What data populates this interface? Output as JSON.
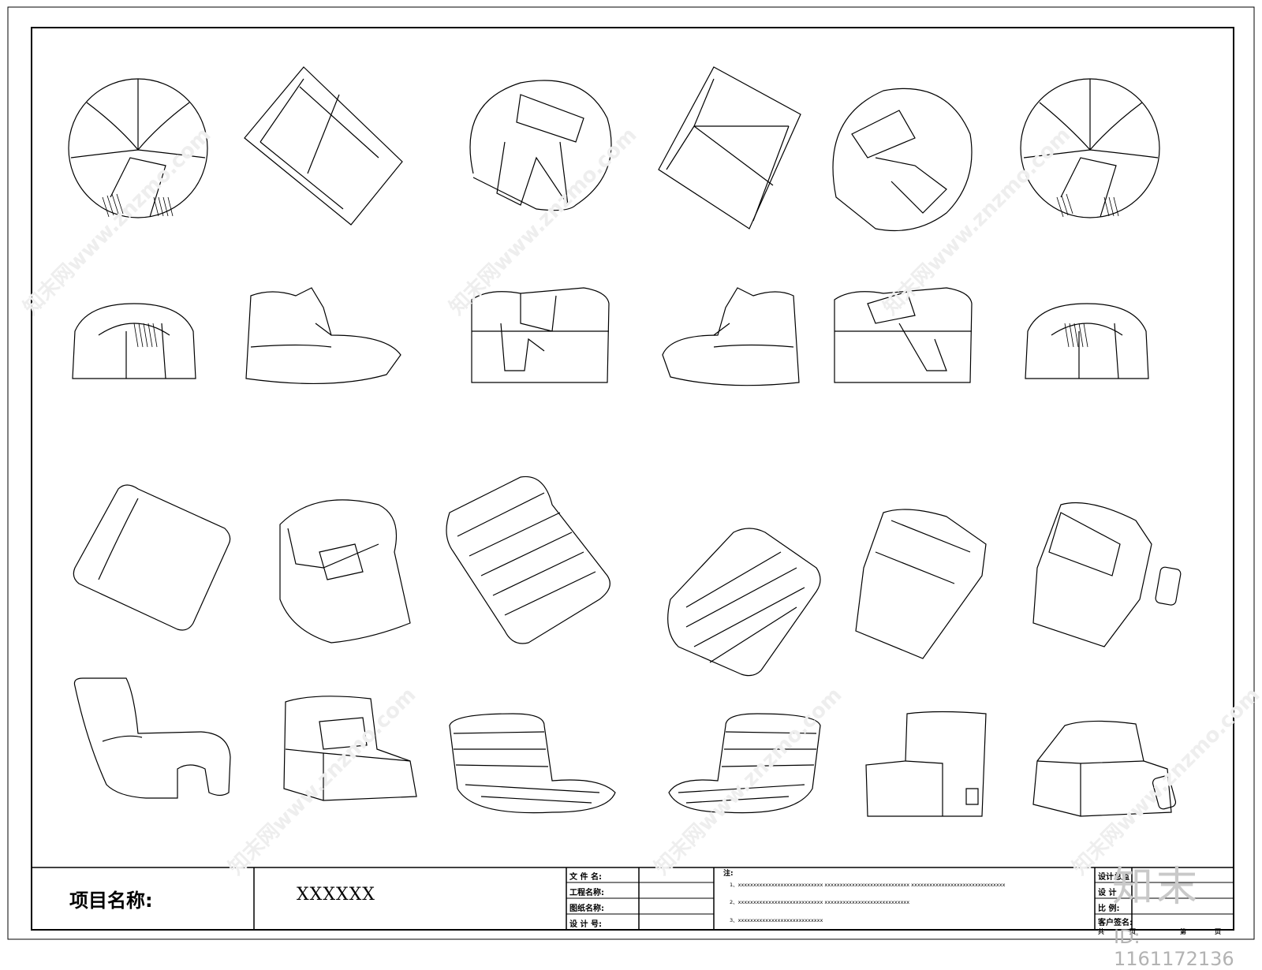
{
  "title_block": {
    "project_label": "项目名称:",
    "project_value": "XXXXXX",
    "file_name_label": "文 件 名:",
    "project_name_label": "工程名称:",
    "drawing_name_label": "图纸名称:",
    "design_no_label": "设 计 号:",
    "notes_label": "注:",
    "notes": [
      "1、xxxxxxxxxxxxxxxxxxxxxxxxxxxx   xxxxxxxxxxxxxxxxxxxxxxxxxxxx   xxxxxxxxxxxxxxxxxxxxxxxxxxxxxxx",
      "2、xxxxxxxxxxxxxxxxxxxxxxxxxxxx   xxxxxxxxxxxxxxxxxxxxxxxxxxxx",
      "3、xxxxxxxxxxxxxxxxxxxxxxxxxxxx"
    ],
    "design_supervisor_label": "设计总监",
    "design_label": "设  计",
    "scale_label": "比  例:",
    "client_sign_label": "客户签名:",
    "total_label": "共",
    "page_label": "页",
    "page_label_2": "第",
    "page_label_3": "页"
  },
  "watermark": {
    "logo": "知末",
    "id": "ID: 1161172136",
    "repeat_text": "知末网www.znzmo.com"
  }
}
